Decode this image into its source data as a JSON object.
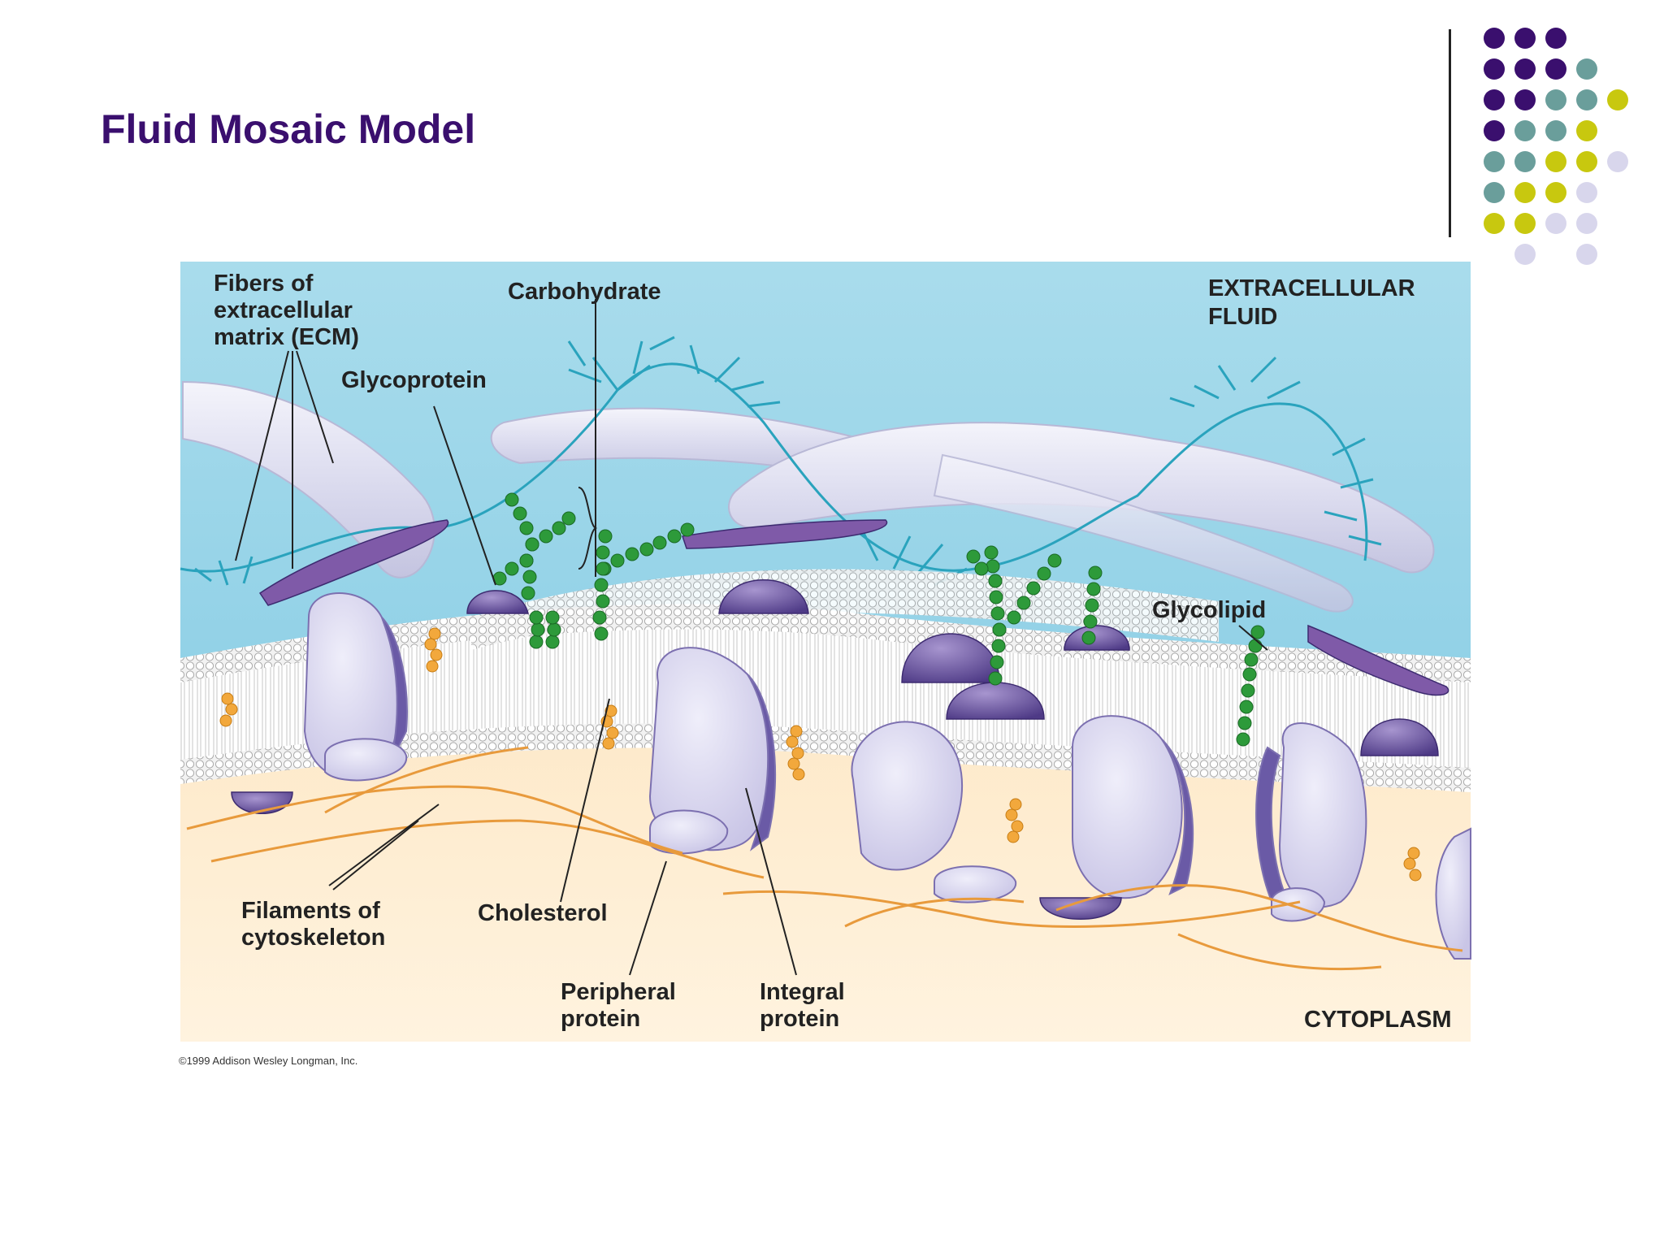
{
  "slide": {
    "title": "Fluid Mosaic Model",
    "palette": {
      "title": "#3a0f6e",
      "dark_purple": "#3a0f6e",
      "teal": "#6a9e9b",
      "olive": "#c8c80f",
      "lavender": "#d8d6ec"
    },
    "decor_dots": [
      [
        "dark_purple",
        "dark_purple",
        "dark_purple",
        null,
        null
      ],
      [
        "dark_purple",
        "dark_purple",
        "dark_purple",
        "teal",
        null
      ],
      [
        "dark_purple",
        "dark_purple",
        "teal",
        "teal",
        "olive"
      ],
      [
        "dark_purple",
        "teal",
        "teal",
        "olive",
        null
      ],
      [
        "teal",
        "teal",
        "olive",
        "olive",
        "lavender"
      ],
      [
        "teal",
        "olive",
        "olive",
        "lavender",
        null
      ],
      [
        "olive",
        "olive",
        "lavender",
        "lavender",
        null
      ],
      [
        null,
        "lavender",
        null,
        "lavender",
        null
      ]
    ]
  },
  "diagram": {
    "labels": {
      "ecm_line1": "Fibers of",
      "ecm_line2": "extracellular",
      "ecm_line3": "matrix (ECM)",
      "carbohydrate": "Carbohydrate",
      "glycoprotein": "Glycoprotein",
      "extracellular_line1": "EXTRACELLULAR",
      "extracellular_line2": "FLUID",
      "glycolipid": "Glycolipid",
      "filaments_line1": "Filaments of",
      "filaments_line2": "cytoskeleton",
      "cholesterol": "Cholesterol",
      "peripheral_line1": "Peripheral",
      "peripheral_line2": "protein",
      "integral_line1": "Integral",
      "integral_line2": "protein",
      "cytoplasm": "CYTOPLASM"
    },
    "credit": "©1999 Addison Wesley Longman, Inc."
  }
}
